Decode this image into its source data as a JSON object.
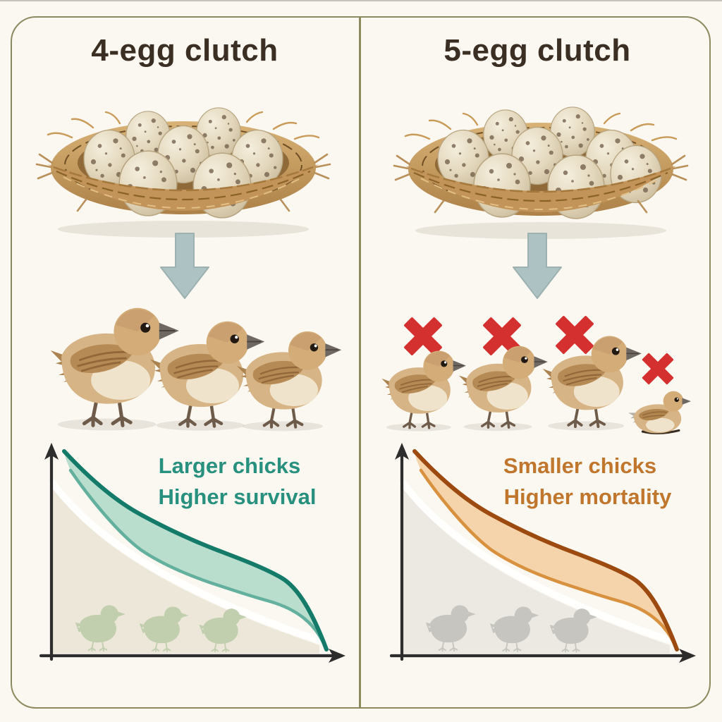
{
  "page": {
    "background": "#faf8f1",
    "frame_color": "#8e8a5f",
    "top_edge_color": "#9a968c"
  },
  "titles_color": "#3b2f23",
  "arrow_color": "#adc2c2",
  "axis_color": "#2d2d2d",
  "left_panel": {
    "title": "4-egg clutch",
    "eggs_in_nest_illustration": 7,
    "chicks_shown": 3,
    "graph": {
      "label_line1": "Larger chicks",
      "label_line2": "Higher survival",
      "label_color": "#27907f",
      "band_fill": "#b6dcca",
      "band_upper_color": "#147a69",
      "band_lower_color": "#63b09e",
      "under_area_color": "#ece7d8",
      "silhouette_color": "#c2cfae",
      "silhouettes_shown": 3
    }
  },
  "right_panel": {
    "title": "5-egg clutch",
    "eggs_in_nest_illustration": 8,
    "chicks_shown": 4,
    "x_marks_shown": 4,
    "x_mark_color": "#d43030",
    "graph": {
      "label_line1": "Smaller chicks",
      "label_line2": "Higher mortality",
      "label_color": "#c0762c",
      "band_fill": "#f4d2a6",
      "band_upper_color": "#9c4a10",
      "band_lower_color": "#d8913f",
      "under_area_color": "#ebe9e1",
      "silhouette_color": "#c6c5c0",
      "silhouettes_shown": 3
    }
  },
  "chart_data": [
    {
      "type": "area",
      "panel": "4-egg clutch",
      "annotation": [
        "Larger chicks",
        "Higher survival"
      ],
      "xlabel": "",
      "ylabel": "",
      "axis_ticks": false,
      "legend": false,
      "x": [
        0,
        0.1,
        0.25,
        0.5,
        0.75,
        0.9,
        1.0
      ],
      "series": [
        {
          "name": "survival band upper edge",
          "color": "#147a69",
          "y": [
            1.0,
            0.82,
            0.7,
            0.55,
            0.4,
            0.3,
            0.02
          ]
        },
        {
          "name": "survival band lower edge",
          "color": "#63b09e",
          "y": [
            0.97,
            0.68,
            0.55,
            0.42,
            0.28,
            0.2,
            0.02
          ]
        },
        {
          "name": "background reference area",
          "color": "#ece7d8",
          "y": [
            0.8,
            0.6,
            0.46,
            0.32,
            0.17,
            0.09,
            0.0
          ]
        }
      ]
    },
    {
      "type": "area",
      "panel": "5-egg clutch",
      "annotation": [
        "Smaller chicks",
        "Higher mortality"
      ],
      "xlabel": "",
      "ylabel": "",
      "axis_ticks": false,
      "legend": false,
      "x": [
        0,
        0.1,
        0.25,
        0.5,
        0.75,
        0.9,
        1.0
      ],
      "series": [
        {
          "name": "mortality band upper edge",
          "color": "#9c4a10",
          "y": [
            1.0,
            0.82,
            0.7,
            0.55,
            0.4,
            0.3,
            0.02
          ]
        },
        {
          "name": "mortality band lower edge",
          "color": "#d8913f",
          "y": [
            0.97,
            0.68,
            0.55,
            0.42,
            0.28,
            0.2,
            0.02
          ]
        },
        {
          "name": "background reference area",
          "color": "#ebe9e1",
          "y": [
            0.8,
            0.6,
            0.46,
            0.32,
            0.17,
            0.09,
            0.0
          ]
        }
      ]
    }
  ]
}
